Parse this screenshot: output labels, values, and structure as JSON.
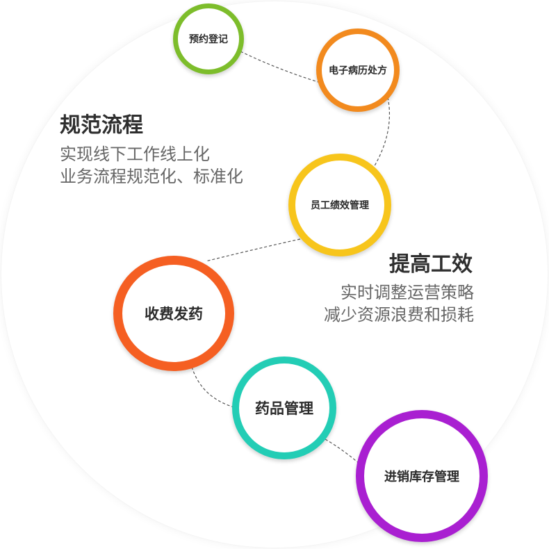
{
  "nodes": [
    {
      "label": "预约登记",
      "color": "#7dbd2b"
    },
    {
      "label": "电子病历处方",
      "color": "#f28a1e"
    },
    {
      "label": "员工绩效管理",
      "color": "#f7c51c"
    },
    {
      "label": "收费发药",
      "color": "#f55f22"
    },
    {
      "label": "药品管理",
      "color": "#23cdb5"
    },
    {
      "label": "进销库存管理",
      "color": "#a91fd1"
    }
  ],
  "blocks": [
    {
      "title": "规范流程",
      "lines": [
        "实现线下工作线上化",
        "业务流程规范化、标准化"
      ]
    },
    {
      "title": "提高工效",
      "lines": [
        "实时调整运营策略",
        "减少资源浪费和损耗"
      ]
    }
  ]
}
